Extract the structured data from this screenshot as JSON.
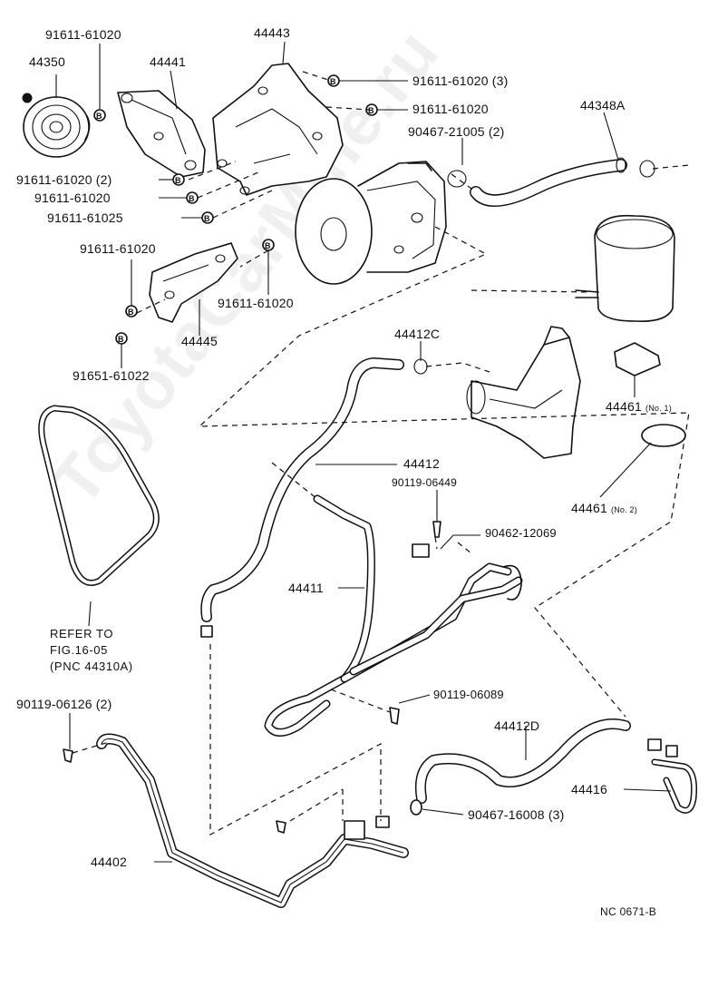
{
  "watermark": "ToyotaCarMine.ru",
  "diagram_code": "NC 0671-B",
  "bolt_badge_letter": "B",
  "refer_note": {
    "line1": "REFER TO",
    "line2": "FIG.16-05",
    "line3": "(PNC 44310A)"
  },
  "labels": {
    "p91611_61020_top": "91611-61020",
    "p44350": "44350",
    "p44441": "44441",
    "p44443": "44443",
    "p91611_61020_3": "91611-61020 (3)",
    "p91611_61020_right": "91611-61020",
    "p90467_21005_2": "90467-21005 (2)",
    "p44348A": "44348A",
    "p91611_61020_2": "91611-61020 (2)",
    "p91611_61020_mid": "91611-61020",
    "p91611_61025": "91611-61025",
    "p91611_61020_brk": "91611-61020",
    "p91611_61020_brk2": "91611-61020",
    "p44445": "44445",
    "p91651_61022": "91651-61022",
    "p44412C": "44412C",
    "p44461_1": "44461",
    "p44461_1_note": "(No. 1)",
    "p44461_2": "44461",
    "p44461_2_note": "(No. 2)",
    "p44412": "44412",
    "p90119_06449": "90119-06449",
    "p90462_12069": "90462-12069",
    "p44411": "44411",
    "p90119_06089": "90119-06089",
    "p90119_06126_2": "90119-06126 (2)",
    "p44412D": "44412D",
    "p44416": "44416",
    "p90467_16008_3": "90467-16008 (3)",
    "p44402": "44402"
  }
}
